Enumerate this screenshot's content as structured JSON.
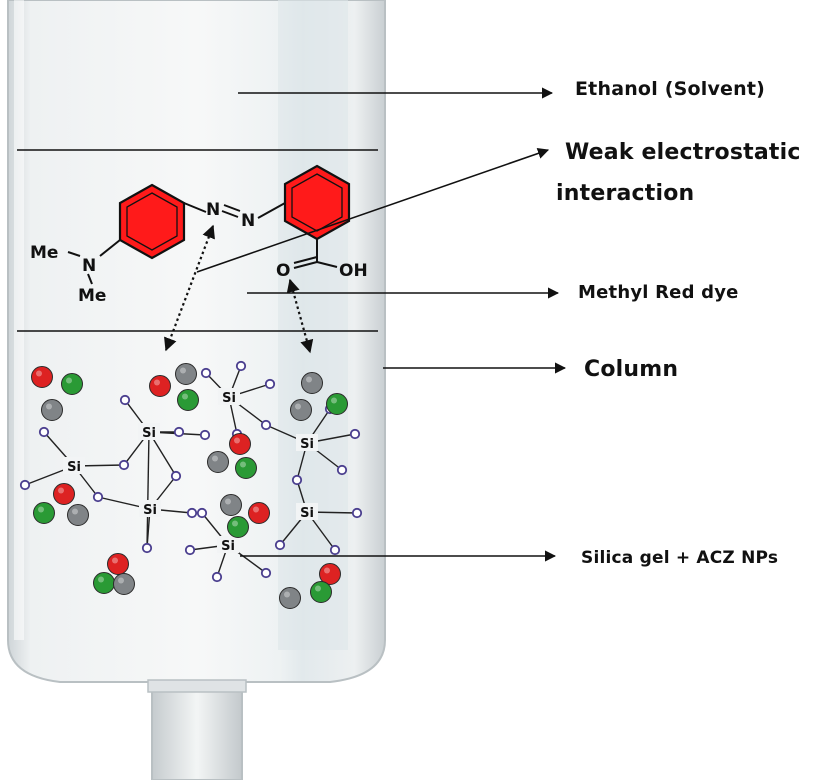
{
  "labels": {
    "ethanol": "Ethanol  (Solvent)",
    "weak_line1": "Weak electrostatic",
    "weak_line2": "interaction",
    "methyl_red": "Methyl Red dye",
    "column": "Column",
    "silica": "Silica gel + ACZ NPs"
  },
  "molecule": {
    "me_top": "Me",
    "me_bottom": "Me",
    "n_amine": "N",
    "n_azo_1": "N",
    "n_azo_2": "N",
    "o_carbonyl": "O",
    "oh": "OH"
  },
  "silica_atom_label": "Si",
  "colors": {
    "ring_fill": "#ff1a1a",
    "particle_red": "#dd2222",
    "particle_green": "#2a9a35",
    "particle_gray": "#808487",
    "oxygen_ring": "#4b3f8f",
    "column_glass": "#e6eaec"
  }
}
